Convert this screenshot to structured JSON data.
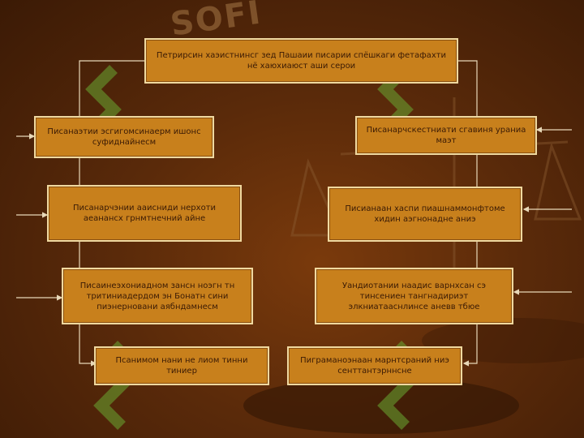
{
  "watermark": "SOFI",
  "title_box": "Петрирсин хаэистнинсг зед Пашаии писарии спёшкаги фетафахти нё хаюхиаюст аши серои",
  "left_boxes": [
    "Писанаэтии эсгигомсинаерм ишонс суфиднайнесм",
    "Писанарчэнии ааисниди нерхоти аеанансх грнмтнечний айне",
    "Писаинеэхониадном зансн ноэгн тн тритиниадердом эн Бонатн сини пиэнерновани аябндамнесм",
    "Псанимом нани не лиом тинни тиниер"
  ],
  "right_boxes": [
    "Писанарчскестниати сгавиня ураниа маэт",
    "Писианаан хаспи пиашнаммонфтоме хидин аэгнонадне аниэ",
    "Уандиотании наадис варнхсан сэ тинсениен тангнадириэт элкниатааснлинсе аневв тбюе",
    "Пиграманоэнаан марнтсраний ниэ сенттантэрннсне"
  ],
  "colors": {
    "background": "#5a2a0a",
    "box_fill": "#c8801c",
    "box_border": "#f0d9a0",
    "connector": "#e8d8b8",
    "watermark": "#6aa832"
  }
}
